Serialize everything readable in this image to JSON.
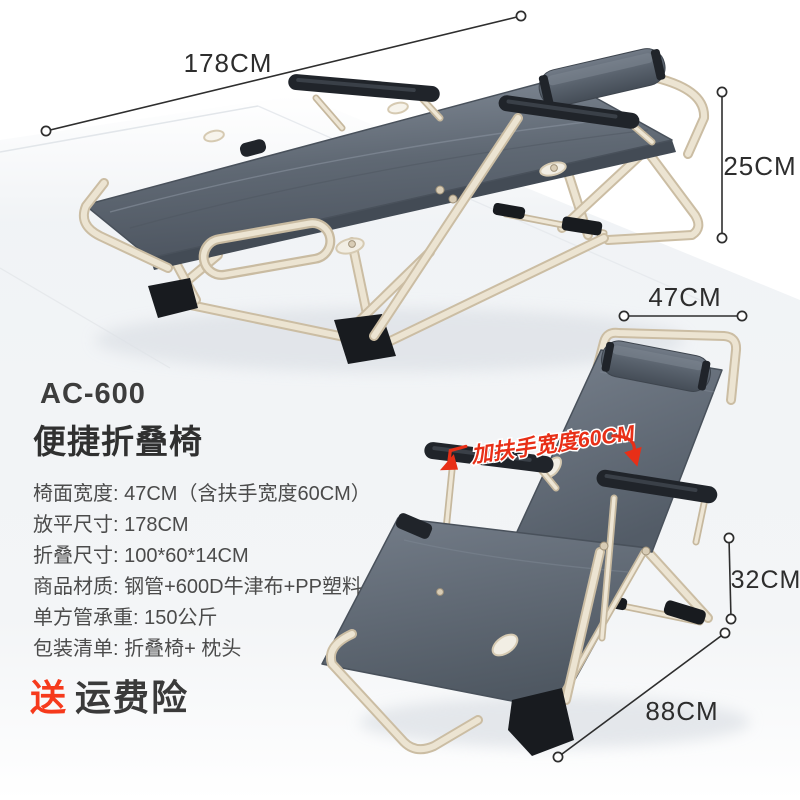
{
  "product": {
    "model": "AC-600",
    "name": "便捷折叠椅",
    "specs": [
      "椅面宽度: 47CM（含扶手宽度60CM）",
      "放平尺寸: 178CM",
      "折叠尺寸: 100*60*14CM",
      "商品材质: 钢管+600D牛津布+PP塑料",
      "单方管承重: 150公斤",
      "包装清单: 折叠椅+ 枕头"
    ],
    "promo": {
      "badge": "送",
      "text": "运费险"
    }
  },
  "annotations": {
    "bed_length": "178CM",
    "bed_height": "25CM",
    "seat_width": "47CM",
    "rear_height": "32CM",
    "base_depth": "88CM",
    "armrest_note": "加扶手宽度60CM"
  },
  "colors": {
    "accent_red": "#f63a1c",
    "annotation_red": "#e82f17",
    "text_dark": "#3a3a3a",
    "spec_text": "#4b4b4b",
    "fabric_gray": "#5f6772",
    "frame_beige": "#e7decb",
    "pad_black": "#20242a",
    "dim_line": "#2e2e2e",
    "background": "#ffffff"
  }
}
